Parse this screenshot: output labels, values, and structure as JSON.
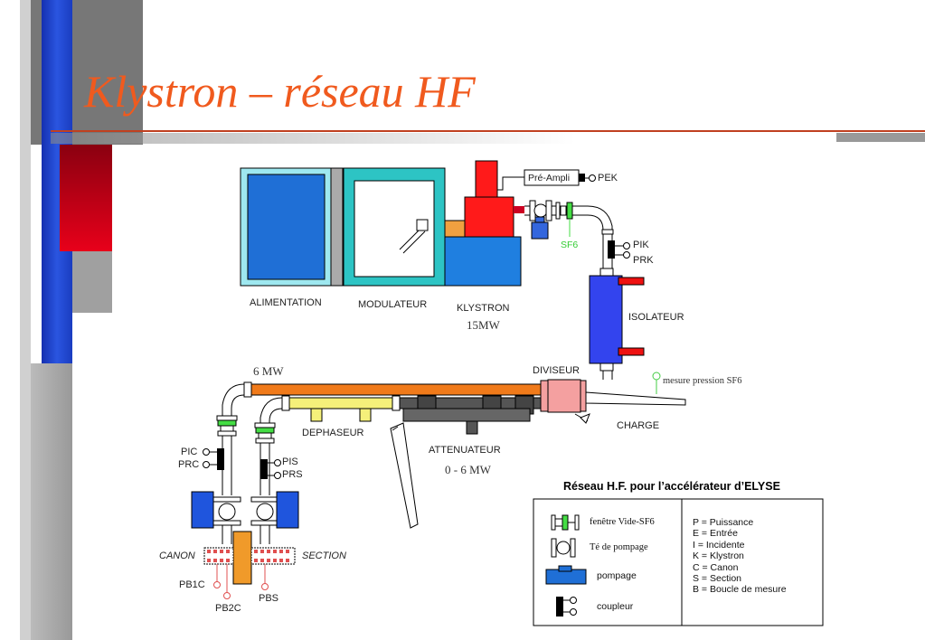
{
  "slide": {
    "title": "Klystron – réseau HF",
    "accent_color": "#f05a1e"
  },
  "diagram": {
    "components": {
      "alimentation": "ALIMENTATION",
      "modulateur": "MODULATEUR",
      "klystron": "KLYSTRON",
      "klystron_power": "15MW",
      "pre_ampli": "Pré-Ampli",
      "isolateur": "ISOLATEUR",
      "diviseur": "DIVISEUR",
      "charge": "CHARGE",
      "dephaseur": "DEPHASEUR",
      "attenuateur": "ATTENUATEUR",
      "attenuateur_range": "0 - 6 MW",
      "power_6mw": "6 MW",
      "mesure_pression": "mesure pression SF6",
      "sf6": "SF6",
      "canon": "CANON",
      "section": "SECTION"
    },
    "sensors": {
      "pek": "PEK",
      "pik": "PIK",
      "prk": "PRK",
      "pic": "PIC",
      "prc": "PRC",
      "pis": "PIS",
      "prs": "PRS",
      "pb1c": "PB1C",
      "pb2c": "PB2C",
      "pbs": "PBS"
    },
    "colors": {
      "alimentation": "#1f6fd6",
      "modulateur_frame": "#2dc4c4",
      "klystron": "#ff1a1a",
      "klystron_base": "#1f7fe0",
      "isolateur": "#3344ee",
      "waveguide_6mw": "#f07a1a",
      "dephaseur": "#f5f07a",
      "attenuateur": "#555555",
      "diviseur": "#f4a0a0",
      "sf6": "#44dd44"
    }
  },
  "legend": {
    "title": "Réseau H.F. pour l’accélérateur d’ELYSE",
    "symbols": [
      {
        "icon": "window-icon",
        "label": "fenêtre Vide-SF6"
      },
      {
        "icon": "pumping-tee-icon",
        "label": "Té de pompage"
      },
      {
        "icon": "pump-icon",
        "label": "pompage"
      },
      {
        "icon": "coupler-icon",
        "label": "coupleur"
      }
    ],
    "abbreviations": [
      "P = Puissance",
      "E = Entrée",
      "I  = Incidente",
      "K = Klystron",
      "C = Canon",
      "S = Section",
      "B = Boucle de mesure"
    ]
  }
}
